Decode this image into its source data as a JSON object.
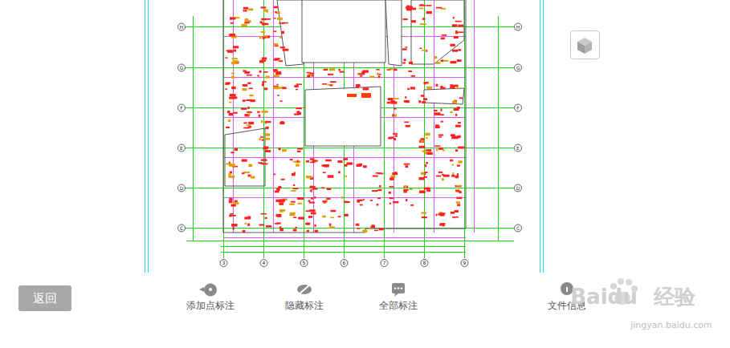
{
  "diagram": {
    "nodes": [
      {
        "text": [
          "返回"
        ]
      }
    ],
    "labels": [
      "H",
      "G",
      "F",
      "E",
      "D",
      "C",
      "H",
      "G",
      "F",
      "E",
      "D",
      "C",
      "3",
      "4",
      "5",
      "6",
      "7",
      "8",
      "9",
      "添加点标注",
      "隐藏标注",
      "全部标注",
      "文件信息",
      "Baidu",
      "经验",
      "jingyan.baidu.com"
    ]
  }
}
